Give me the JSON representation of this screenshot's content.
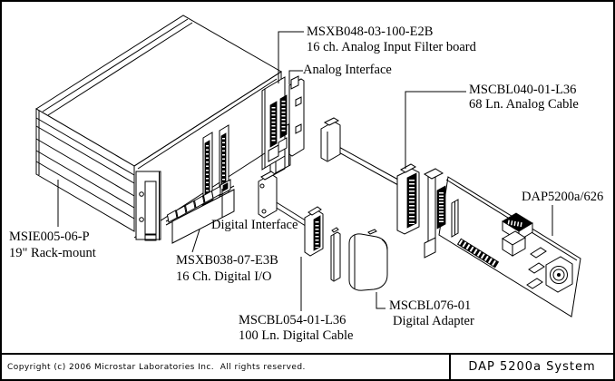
{
  "colors": {
    "background": "#ffffff",
    "line": "#000000"
  },
  "diagram": {
    "labels": {
      "msxb048": {
        "line1": "MSXB048-03-100-E2B",
        "line2": "16 ch. Analog Input Filter board"
      },
      "analog_interface": {
        "text": "Analog Interface"
      },
      "mscbl040": {
        "line1": "MSCBL040-01-L36",
        "line2": "68 Ln. Analog Cable"
      },
      "dap5200a": {
        "text": "DAP5200a/626"
      },
      "msie005": {
        "line1": "MSIE005-06-P",
        "line2": "19\" Rack-mount"
      },
      "digital_interface": {
        "text": "Digital Interface"
      },
      "msxb038": {
        "line1": "MSXB038-07-E3B",
        "line2": "16 Ch. Digital I/O"
      },
      "mscbl054": {
        "line1": "MSCBL054-01-L36",
        "line2": "100 Ln. Digital Cable"
      },
      "mscbl076": {
        "line1": "MSCBL076-01",
        "line2": "Digital Adapter"
      }
    }
  },
  "footer": {
    "copyright": "Copyright (c) 2006 Microstar Laboratories Inc.  All rights reserved.",
    "system_name": "DAP 5200a System"
  }
}
